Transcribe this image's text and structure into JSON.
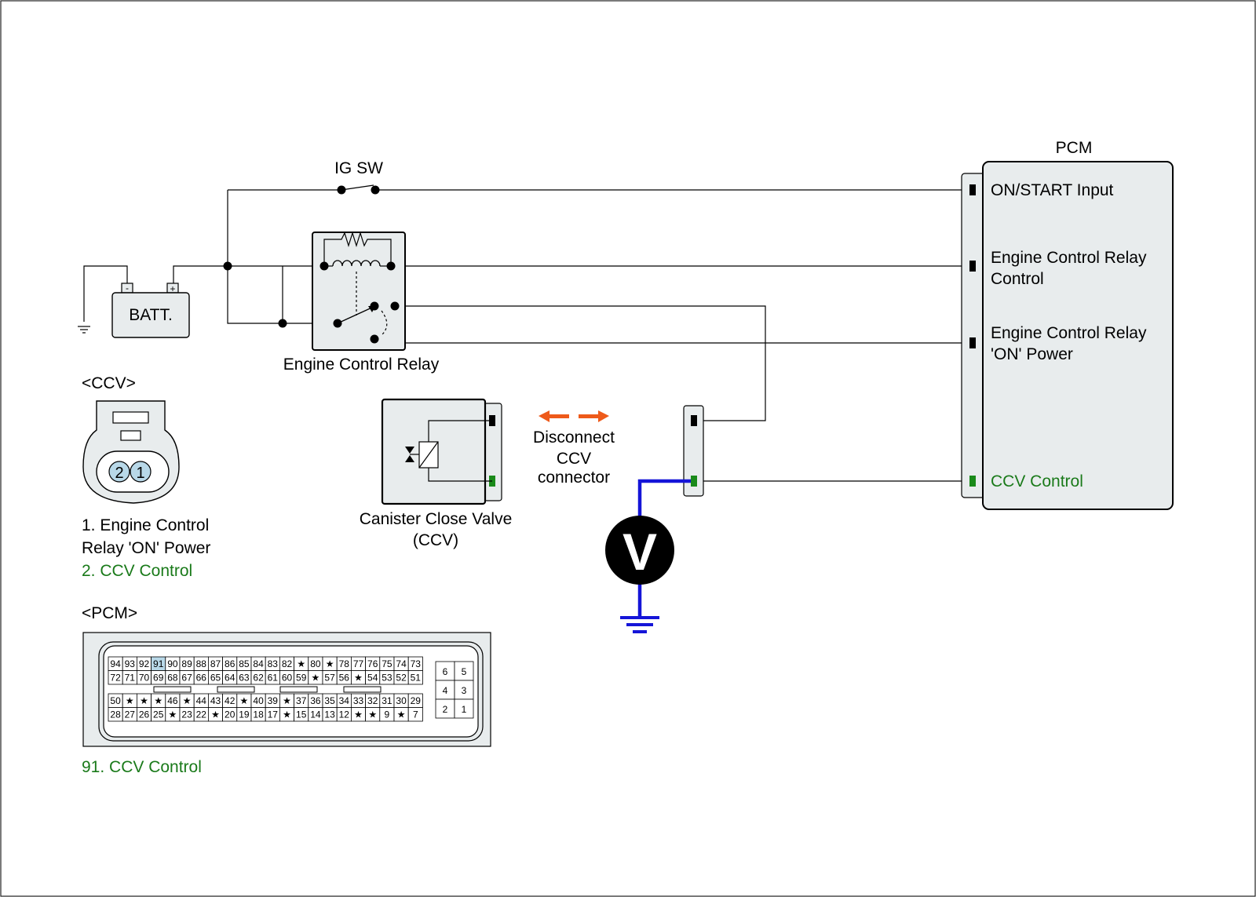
{
  "colors": {
    "accent_green": "#1a7a1a",
    "meter_wire_blue": "#1515d8",
    "arrow_orange": "#ee5a1a",
    "pin_highlight": "#b8d8e8",
    "box_fill": "#e8eced"
  },
  "ig_sw": "IG SW",
  "battery": {
    "label": "BATT.",
    "minus": "-",
    "plus": "+"
  },
  "relay": {
    "label": "Engine Control Relay"
  },
  "pcm": {
    "title": "PCM",
    "pins": {
      "on_start": "ON/START Input",
      "relay_control_1": "Engine Control Relay",
      "relay_control_2": "Control",
      "relay_on_power_1": "Engine Control Relay",
      "relay_on_power_2": "'ON' Power",
      "ccv_control": "CCV Control"
    }
  },
  "ccv_component": {
    "label_1": "Canister Close Valve",
    "label_2": "(CCV)"
  },
  "instruction": {
    "line_1": "Disconnect",
    "line_2": "CCV",
    "line_3": "connector",
    "icon": "double-arrow-icon"
  },
  "voltmeter": {
    "symbol": "V"
  },
  "ccv_connector": {
    "title": "<CCV>",
    "pin_1": "1",
    "pin_2": "2",
    "legend_1a": "1. Engine Control",
    "legend_1b": "Relay 'ON' Power",
    "legend_2": "2. CCV Control"
  },
  "pcm_connector": {
    "title": "<PCM>",
    "rows": [
      [
        "94",
        "93",
        "92",
        "91",
        "90",
        "89",
        "88",
        "87",
        "86",
        "85",
        "84",
        "83",
        "82",
        "★",
        "80",
        "★",
        "78",
        "77",
        "76",
        "75",
        "74",
        "73"
      ],
      [
        "72",
        "71",
        "70",
        "69",
        "68",
        "67",
        "66",
        "65",
        "64",
        "63",
        "62",
        "61",
        "60",
        "59",
        "★",
        "57",
        "56",
        "★",
        "54",
        "53",
        "52",
        "51"
      ],
      [
        "50",
        "★",
        "★",
        "★",
        "46",
        "★",
        "44",
        "43",
        "42",
        "★",
        "40",
        "39",
        "★",
        "37",
        "36",
        "35",
        "34",
        "33",
        "32",
        "31",
        "30",
        "29"
      ],
      [
        "28",
        "27",
        "26",
        "25",
        "★",
        "23",
        "22",
        "★",
        "20",
        "19",
        "18",
        "17",
        "★",
        "15",
        "14",
        "13",
        "12",
        "★",
        "★",
        "9",
        "★",
        "7"
      ]
    ],
    "side_rows": [
      [
        "6",
        "5"
      ],
      [
        "4",
        "3"
      ],
      [
        "2",
        "1"
      ]
    ],
    "highlight_pin": "91",
    "legend": "91. CCV Control"
  }
}
